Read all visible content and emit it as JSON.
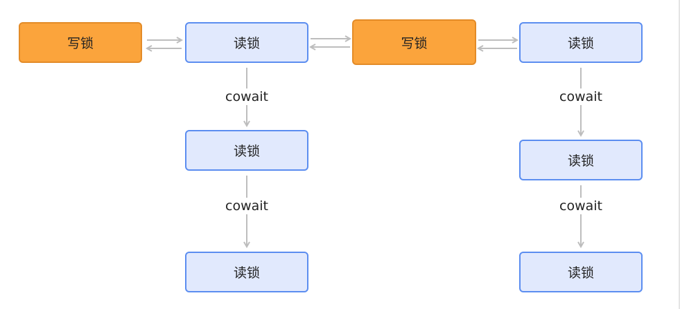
{
  "diagram": {
    "nodes": {
      "w1": "写锁",
      "r1": "读锁",
      "r1a": "读锁",
      "r1b": "读锁",
      "w2": "写锁",
      "r2": "读锁",
      "r2a": "读锁",
      "r2b": "读锁"
    },
    "edge_labels": {
      "e1": "cowait",
      "e2": "cowait",
      "e3": "cowait",
      "e4": "cowait"
    },
    "colors": {
      "read_fill": "#e1e9fd",
      "read_border": "#5b8df0",
      "write_fill": "#fba43c",
      "write_border": "#e38b27",
      "arrow": "#bdbdbd"
    }
  }
}
